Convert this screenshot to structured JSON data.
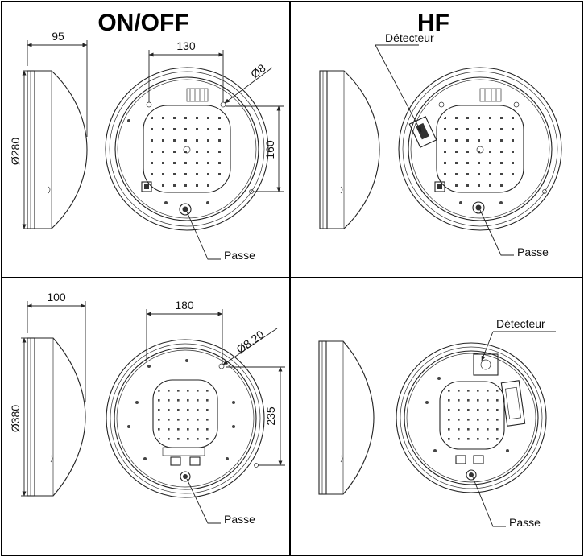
{
  "headers": {
    "onoff": "ON/OFF",
    "hf": "HF"
  },
  "panels": {
    "top_left": {
      "depth": "95",
      "diameter": "Ø280",
      "mount_spacing": "130",
      "hole": "Ø8",
      "height_spacing": "160",
      "passe": "Passe"
    },
    "top_right": {
      "detector": "Détecteur",
      "passe": "Passe"
    },
    "bottom_left": {
      "depth": "100",
      "diameter": "Ø380",
      "mount_spacing": "180",
      "hole": "Ø8.20",
      "height_spacing": "235",
      "passe": "Passe"
    },
    "bottom_right": {
      "detector": "Détecteur",
      "passe": "Passe"
    }
  }
}
